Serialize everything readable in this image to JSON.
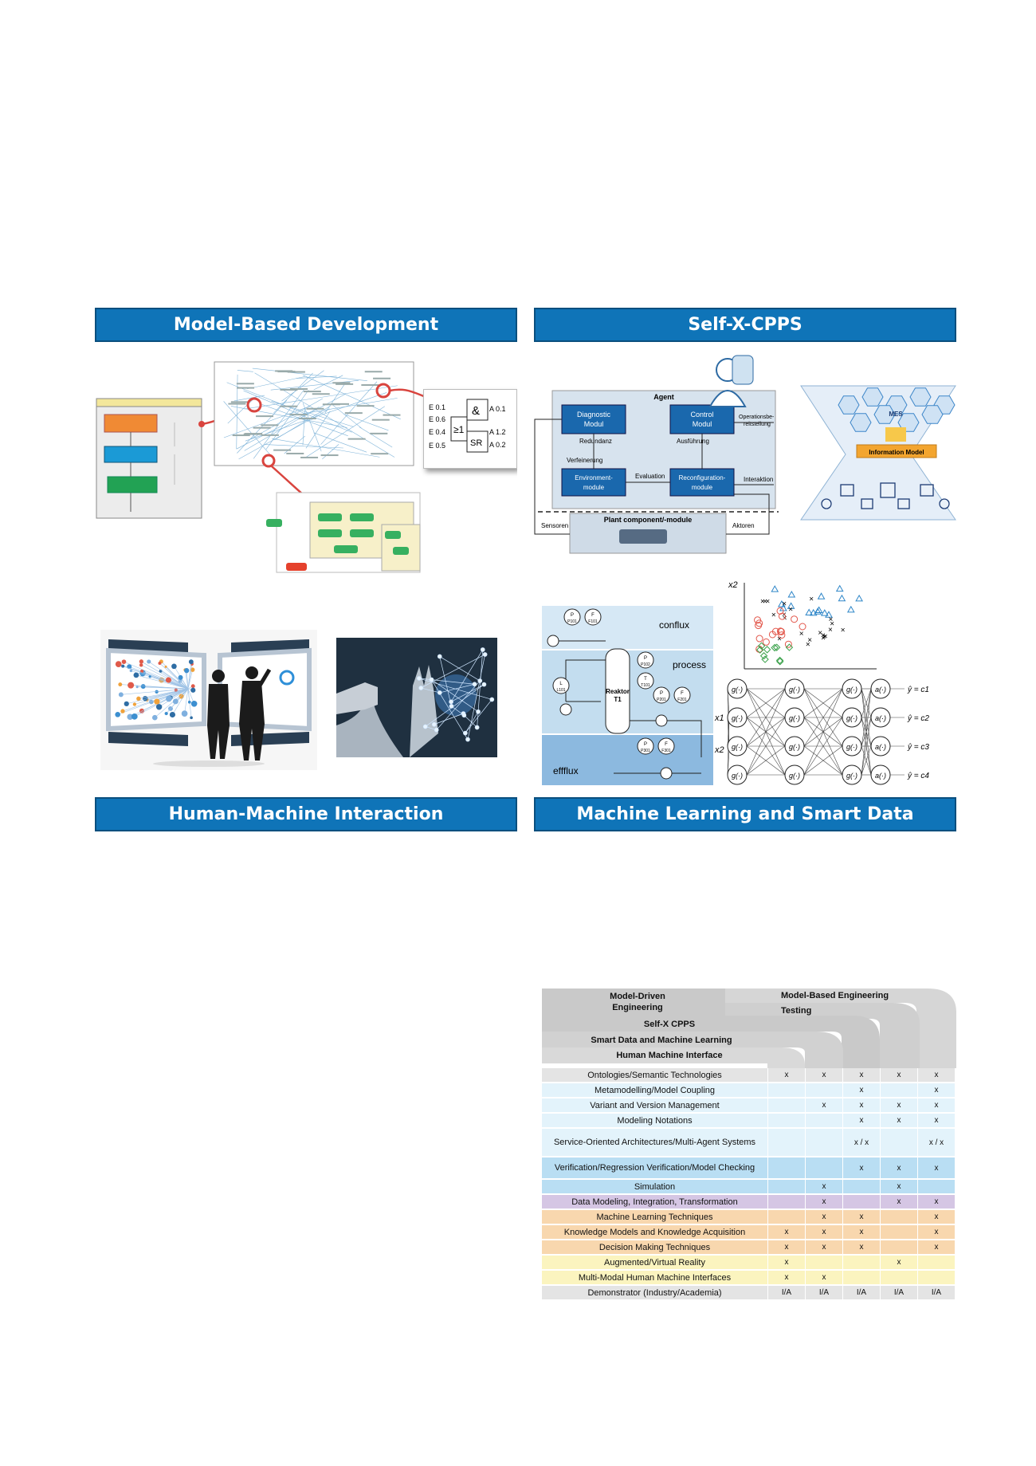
{
  "banners": {
    "mbd": "Model-Based Development",
    "selfx": "Self-X-CPPS",
    "hmi": "Human-Machine Interaction",
    "ml": "Machine Learning and Smart Data"
  },
  "agent_diagram": {
    "agent": "Agent",
    "diagnostic": [
      "Diagnostic",
      "Modul"
    ],
    "control": [
      "Control",
      "Modul"
    ],
    "environment": [
      "Environment-",
      "module"
    ],
    "reconfiguration": [
      "Reconfiguration-",
      "module"
    ],
    "redundanz": "Redundanz",
    "ausfuehrung": "Ausführung",
    "verfeinerung": "Verfeinerung",
    "evaluation": "Evaluation",
    "operation": [
      "Operationsbe-",
      "reitstellung"
    ],
    "interaktion": "Interaktion",
    "sensoren": "Sensoren",
    "aktoren": "Aktoren",
    "plant": "Plant component/-module"
  },
  "info_model": {
    "mes": "MES",
    "model": "Information Model"
  },
  "logic_block": {
    "inputs": [
      "E 0.1",
      "E 0.6",
      "E 0.4",
      "E 0.5"
    ],
    "outputs": [
      "A 0.1",
      "A 1.2",
      "A 0.2"
    ],
    "and": "&",
    "or": "≥1",
    "sr": "SR"
  },
  "process_diagram": {
    "conflux": "conflux",
    "process": "process",
    "effflux": "effflux",
    "reactor": [
      "Reaktor",
      "T1"
    ],
    "instruments": [
      {
        "top": "P",
        "bottom": "P101"
      },
      {
        "top": "F",
        "bottom": "F101"
      },
      {
        "top": "P",
        "bottom": "P102"
      },
      {
        "top": "T",
        "bottom": "T101"
      },
      {
        "top": "L",
        "bottom": "L101"
      },
      {
        "top": "P",
        "bottom": "P201"
      },
      {
        "top": "F",
        "bottom": "F201"
      },
      {
        "top": "P",
        "bottom": "P301"
      },
      {
        "top": "F",
        "bottom": "F301"
      }
    ]
  },
  "scatter": {
    "ylabel": "x2"
  },
  "network": {
    "inputs": [
      "x1",
      "x2"
    ],
    "node": "g(·)",
    "output_node": "a(·)",
    "outputs": [
      "ŷ = c1",
      "ŷ = c2",
      "ŷ = c3",
      "ŷ = c4"
    ]
  },
  "matrix": {
    "headers": {
      "mde": [
        "Model-Driven",
        "Engineering"
      ],
      "mbe": "Model-Based Engineering",
      "testing": "Testing",
      "selfx": "Self-X CPPS",
      "smart": "Smart Data and Machine Learning",
      "hmi": "Human Machine Interface"
    },
    "rows": [
      {
        "label": "Ontologies/Semantic Technologies",
        "cells": [
          "x",
          "x",
          "x",
          "x",
          "x"
        ],
        "color": "#e4e4e4"
      },
      {
        "label": "Metamodelling/Model Coupling",
        "cells": [
          "",
          "",
          "x",
          "",
          "x"
        ],
        "color": "#e3f3fb"
      },
      {
        "label": "Variant and Version Management",
        "cells": [
          "",
          "x",
          "x",
          "x",
          "x"
        ],
        "color": "#e3f3fb"
      },
      {
        "label": "Modeling Notations",
        "cells": [
          "",
          "",
          "x",
          "x",
          "x"
        ],
        "color": "#e3f3fb"
      },
      {
        "label": "Service-Oriented Architectures/Multi-Agent Systems",
        "cells": [
          "",
          "",
          "x / x",
          "",
          "x / x"
        ],
        "color": "#e3f3fb"
      },
      {
        "label": "Verification/Regression Verification/Model Checking",
        "cells": [
          "",
          "",
          "x",
          "x",
          "x"
        ],
        "color": "#b9def3"
      },
      {
        "label": "Simulation",
        "cells": [
          "",
          "x",
          "",
          "x",
          ""
        ],
        "color": "#b9def3"
      },
      {
        "label": "Data Modeling, Integration, Transformation",
        "cells": [
          "",
          "x",
          "",
          "x",
          "x"
        ],
        "color": "#d5c6e4"
      },
      {
        "label": "Machine Learning Techniques",
        "cells": [
          "",
          "x",
          "x",
          "",
          "x"
        ],
        "color": "#f8d7ae"
      },
      {
        "label": "Knowledge Models and Knowledge Acquisition",
        "cells": [
          "x",
          "x",
          "x",
          "",
          "x"
        ],
        "color": "#f8d7ae"
      },
      {
        "label": "Decision Making Techniques",
        "cells": [
          "x",
          "x",
          "x",
          "",
          "x"
        ],
        "color": "#f8d7ae"
      },
      {
        "label": "Augmented/Virtual Reality",
        "cells": [
          "x",
          "",
          "",
          "x",
          ""
        ],
        "color": "#fbf4bf"
      },
      {
        "label": "Multi-Modal Human Machine Interfaces",
        "cells": [
          "x",
          "x",
          "",
          "",
          ""
        ],
        "color": "#fbf4bf"
      },
      {
        "label": "Demonstrator (Industry/Academia)",
        "cells": [
          "I/A",
          "I/A",
          "I/A",
          "I/A",
          "I/A"
        ],
        "color": "#e4e4e4"
      }
    ]
  }
}
